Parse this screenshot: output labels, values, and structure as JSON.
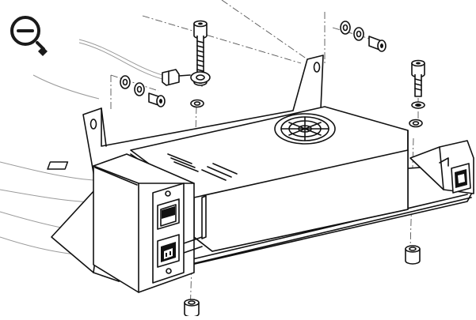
{
  "toolbar": {
    "zoom_button_icon": "zoom-out-icon",
    "accent_color": "#1a1a1a"
  },
  "diagram": {
    "components": [
      "bracket-chassis",
      "power-supply-unit",
      "cooling-fan",
      "iec-power-inlet",
      "power-switch",
      "rj45-connector",
      "ground-ring-terminal",
      "ground-wire",
      "socket-cap-screw",
      "spring-lock-washer",
      "flat-washer",
      "standoff-spacer"
    ]
  }
}
